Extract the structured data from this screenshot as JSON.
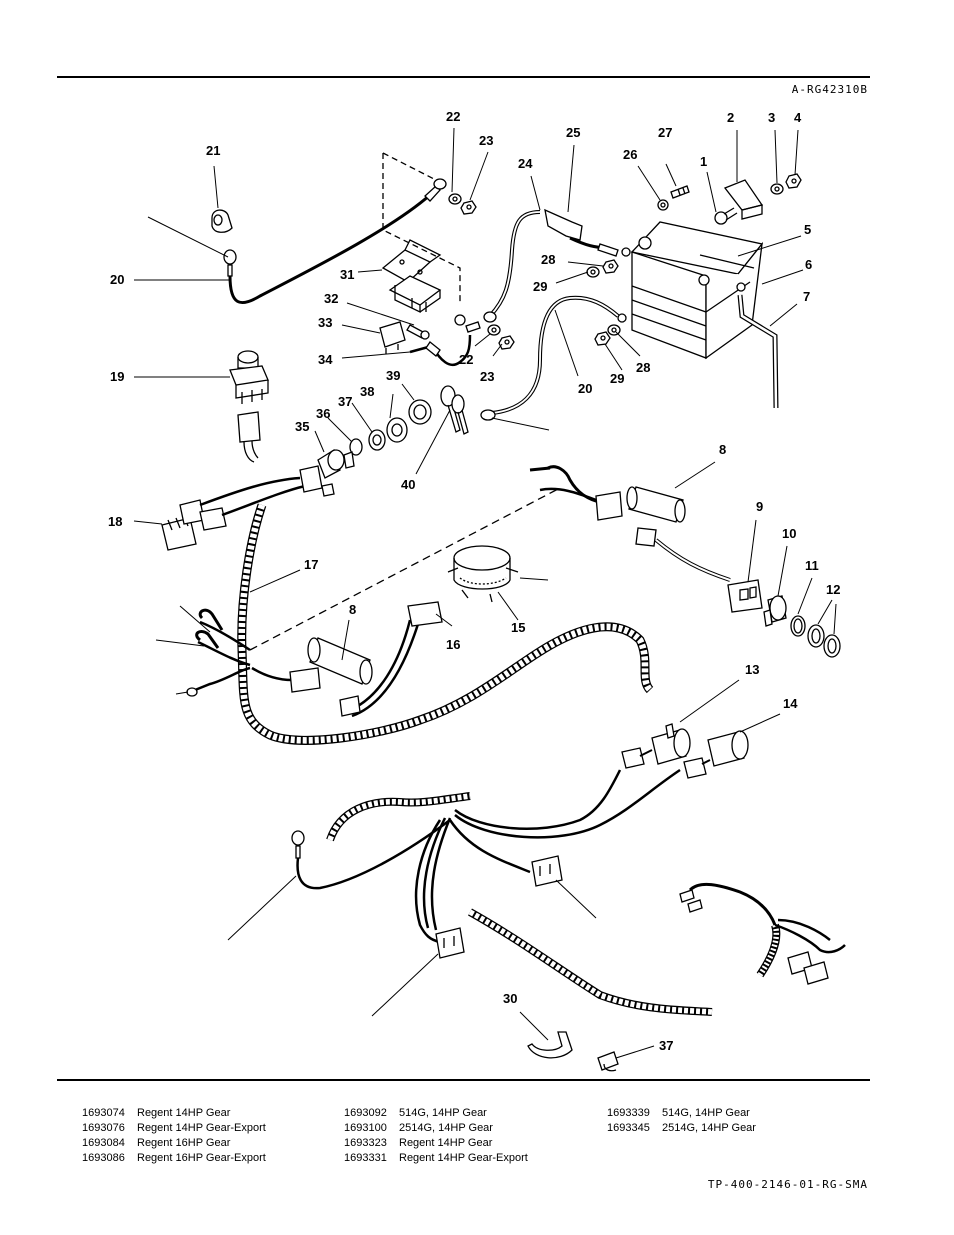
{
  "figure_id": "A-RG42310B",
  "footer_code": "TP-400-2146-01-RG-SMA",
  "callouts": {
    "c1": "1",
    "c2": "2",
    "c3": "3",
    "c4": "4",
    "c5": "5",
    "c6": "6",
    "c7": "7",
    "c8": "8",
    "c9": "9",
    "c10": "10",
    "c11": "11",
    "c12": "12",
    "c13": "13",
    "c14": "14",
    "c15": "15",
    "c16": "16",
    "c17": "17",
    "c18": "18",
    "c19": "19",
    "c20": "20",
    "c21": "21",
    "c22": "22",
    "c23": "23",
    "c24": "24",
    "c25": "25",
    "c26": "26",
    "c27": "27",
    "c28": "28",
    "c29": "29",
    "c30": "30",
    "c31": "31",
    "c32": "32",
    "c33": "33",
    "c34": "34",
    "c35": "35",
    "c36": "36",
    "c37": "37",
    "c38": "38",
    "c39": "39",
    "c40": "40"
  },
  "models": {
    "col1": [
      {
        "num": "1693074",
        "name": "Regent 14HP Gear"
      },
      {
        "num": "1693076",
        "name": "Regent 14HP Gear-Export"
      },
      {
        "num": "1693084",
        "name": "Regent 16HP Gear"
      },
      {
        "num": "1693086",
        "name": "Regent 16HP Gear-Export"
      }
    ],
    "col2": [
      {
        "num": "1693092",
        "name": "514G, 14HP Gear"
      },
      {
        "num": "1693100",
        "name": "2514G, 14HP Gear"
      },
      {
        "num": "1693323",
        "name": "Regent 14HP Gear"
      },
      {
        "num": "1693331",
        "name": "Regent 14HP Gear-Export"
      }
    ],
    "col3": [
      {
        "num": "1693339",
        "name": "514G, 14HP Gear"
      },
      {
        "num": "1693345",
        "name": "2514G, 14HP Gear"
      }
    ]
  }
}
